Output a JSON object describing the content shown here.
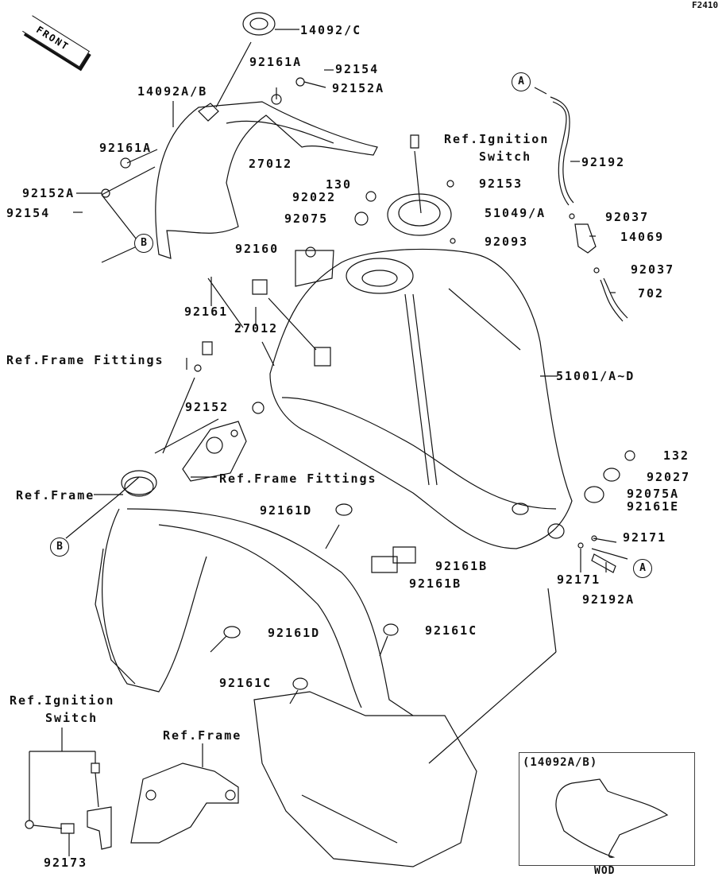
{
  "diagram": {
    "code": "F2410",
    "direction_label": "FRONT",
    "inset": {
      "title": "(14092A/B)",
      "caption": "WOD"
    },
    "circle_markers": [
      {
        "id": "A-top",
        "text": "A"
      },
      {
        "id": "A-bottom",
        "text": "A"
      },
      {
        "id": "B-top",
        "text": "B"
      },
      {
        "id": "B-left",
        "text": "B"
      }
    ],
    "part_labels": [
      {
        "id": "14092C",
        "text": "14092/C"
      },
      {
        "id": "92161A-top",
        "text": "92161A"
      },
      {
        "id": "92154-top",
        "text": "92154"
      },
      {
        "id": "92152A-top",
        "text": "92152A"
      },
      {
        "id": "14092AB",
        "text": "14092A/B"
      },
      {
        "id": "92161A-left",
        "text": "92161A"
      },
      {
        "id": "27012-top",
        "text": "27012"
      },
      {
        "id": "92152A-left",
        "text": "92152A"
      },
      {
        "id": "92154-left",
        "text": "92154"
      },
      {
        "id": "130",
        "text": "130"
      },
      {
        "id": "92022",
        "text": "92022"
      },
      {
        "id": "92075",
        "text": "92075"
      },
      {
        "id": "92160",
        "text": "92160"
      },
      {
        "id": "92161",
        "text": "92161"
      },
      {
        "id": "27012-mid",
        "text": "27012"
      },
      {
        "id": "ref-ignition-top-1",
        "text": "Ref.Ignition"
      },
      {
        "id": "ref-ignition-top-2",
        "text": "Switch"
      },
      {
        "id": "92153",
        "text": "92153"
      },
      {
        "id": "51049A",
        "text": "51049/A"
      },
      {
        "id": "92093",
        "text": "92093"
      },
      {
        "id": "92192",
        "text": "92192"
      },
      {
        "id": "92037-top",
        "text": "92037"
      },
      {
        "id": "14069",
        "text": "14069"
      },
      {
        "id": "92037-bottom",
        "text": "92037"
      },
      {
        "id": "702",
        "text": "702"
      },
      {
        "id": "ref-frame-fittings-1",
        "text": "Ref.Frame Fittings"
      },
      {
        "id": "51001AD",
        "text": "51001/A~D"
      },
      {
        "id": "92152",
        "text": "92152"
      },
      {
        "id": "ref-frame-fittings-2",
        "text": "Ref.Frame Fittings"
      },
      {
        "id": "ref-frame-1",
        "text": "Ref.Frame"
      },
      {
        "id": "132",
        "text": "132"
      },
      {
        "id": "92027",
        "text": "92027"
      },
      {
        "id": "92075A",
        "text": "92075A"
      },
      {
        "id": "92161E",
        "text": "92161E"
      },
      {
        "id": "92161D-top",
        "text": "92161D"
      },
      {
        "id": "92171-right",
        "text": "92171"
      },
      {
        "id": "92161B-1",
        "text": "92161B"
      },
      {
        "id": "92161B-2",
        "text": "92161B"
      },
      {
        "id": "92171-bottom",
        "text": "92171"
      },
      {
        "id": "92192A",
        "text": "92192A"
      },
      {
        "id": "92161D-bottom",
        "text": "92161D"
      },
      {
        "id": "92161C-right",
        "text": "92161C"
      },
      {
        "id": "92161C-left",
        "text": "92161C"
      },
      {
        "id": "ref-ignition-bottom-1",
        "text": "Ref.Ignition"
      },
      {
        "id": "ref-ignition-bottom-2",
        "text": "Switch"
      },
      {
        "id": "ref-frame-2",
        "text": "Ref.Frame"
      },
      {
        "id": "92173",
        "text": "92173"
      }
    ]
  }
}
